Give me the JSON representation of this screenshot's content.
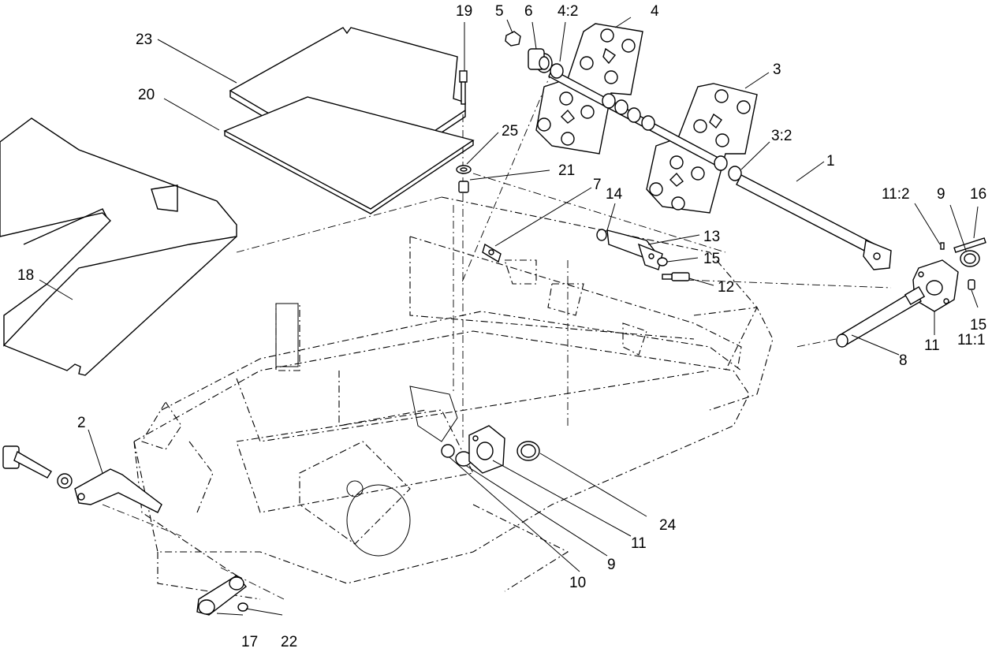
{
  "diagram": {
    "callouts": [
      {
        "id": "c19",
        "label": "19"
      },
      {
        "id": "c5",
        "label": "5"
      },
      {
        "id": "c6",
        "label": "6"
      },
      {
        "id": "c4-2",
        "label": "4:2"
      },
      {
        "id": "c4",
        "label": "4"
      },
      {
        "id": "c23",
        "label": "23"
      },
      {
        "id": "c3",
        "label": "3"
      },
      {
        "id": "c20",
        "label": "20"
      },
      {
        "id": "c25",
        "label": "25"
      },
      {
        "id": "c3-2",
        "label": "3:2"
      },
      {
        "id": "c1",
        "label": "1"
      },
      {
        "id": "c21",
        "label": "21"
      },
      {
        "id": "c7",
        "label": "7"
      },
      {
        "id": "c14",
        "label": "14"
      },
      {
        "id": "c11-2",
        "label": "11:2"
      },
      {
        "id": "c9a",
        "label": "9"
      },
      {
        "id": "c16",
        "label": "16"
      },
      {
        "id": "c13",
        "label": "13"
      },
      {
        "id": "c15a",
        "label": "15"
      },
      {
        "id": "c12",
        "label": "12"
      },
      {
        "id": "c18",
        "label": "18"
      },
      {
        "id": "c15b",
        "label": "15"
      },
      {
        "id": "c11-1",
        "label": "11:1"
      },
      {
        "id": "c8",
        "label": "8"
      },
      {
        "id": "c11a",
        "label": "11"
      },
      {
        "id": "c2",
        "label": "2"
      },
      {
        "id": "c24",
        "label": "24"
      },
      {
        "id": "c11b",
        "label": "11"
      },
      {
        "id": "c9b",
        "label": "9"
      },
      {
        "id": "c10",
        "label": "10"
      },
      {
        "id": "c17",
        "label": "17"
      },
      {
        "id": "c22",
        "label": "22"
      }
    ]
  }
}
